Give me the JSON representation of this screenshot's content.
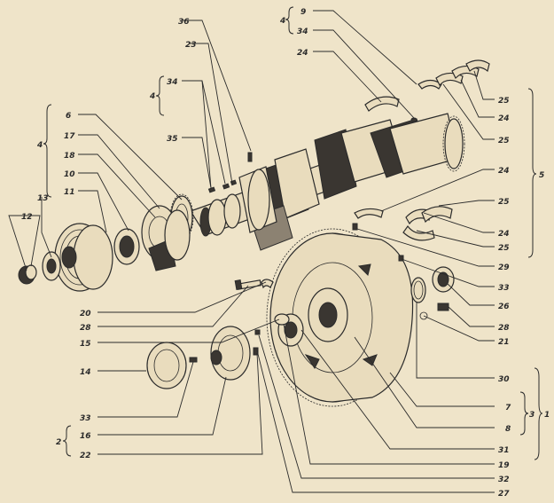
{
  "labels": {
    "l36": "36",
    "l23": "23",
    "l4a": "4",
    "l34a": "34",
    "l35": "35",
    "l6": "6",
    "l17": "17",
    "l18": "18",
    "l10": "10",
    "l11": "11",
    "l4b": "4",
    "l13": "13",
    "l12": "12",
    "l4c": "4",
    "l9": "9",
    "l34b": "34",
    "l24a": "24",
    "l25a": "25",
    "l24b": "24",
    "l25b": "25",
    "l5": "5",
    "l24c": "24",
    "l25c": "25",
    "l24d": "24",
    "l25d": "25",
    "l29": "29",
    "l33a": "33",
    "l26": "26",
    "l28a": "28",
    "l21": "21",
    "l30": "30",
    "l7": "7",
    "l3": "3",
    "l1": "1",
    "l8": "8",
    "l31": "31",
    "l19": "19",
    "l32": "32",
    "l27": "27",
    "l20": "20",
    "l28b": "28",
    "l15": "15",
    "l14": "14",
    "l33b": "33",
    "l16": "16",
    "l2": "2",
    "l22": "22"
  }
}
